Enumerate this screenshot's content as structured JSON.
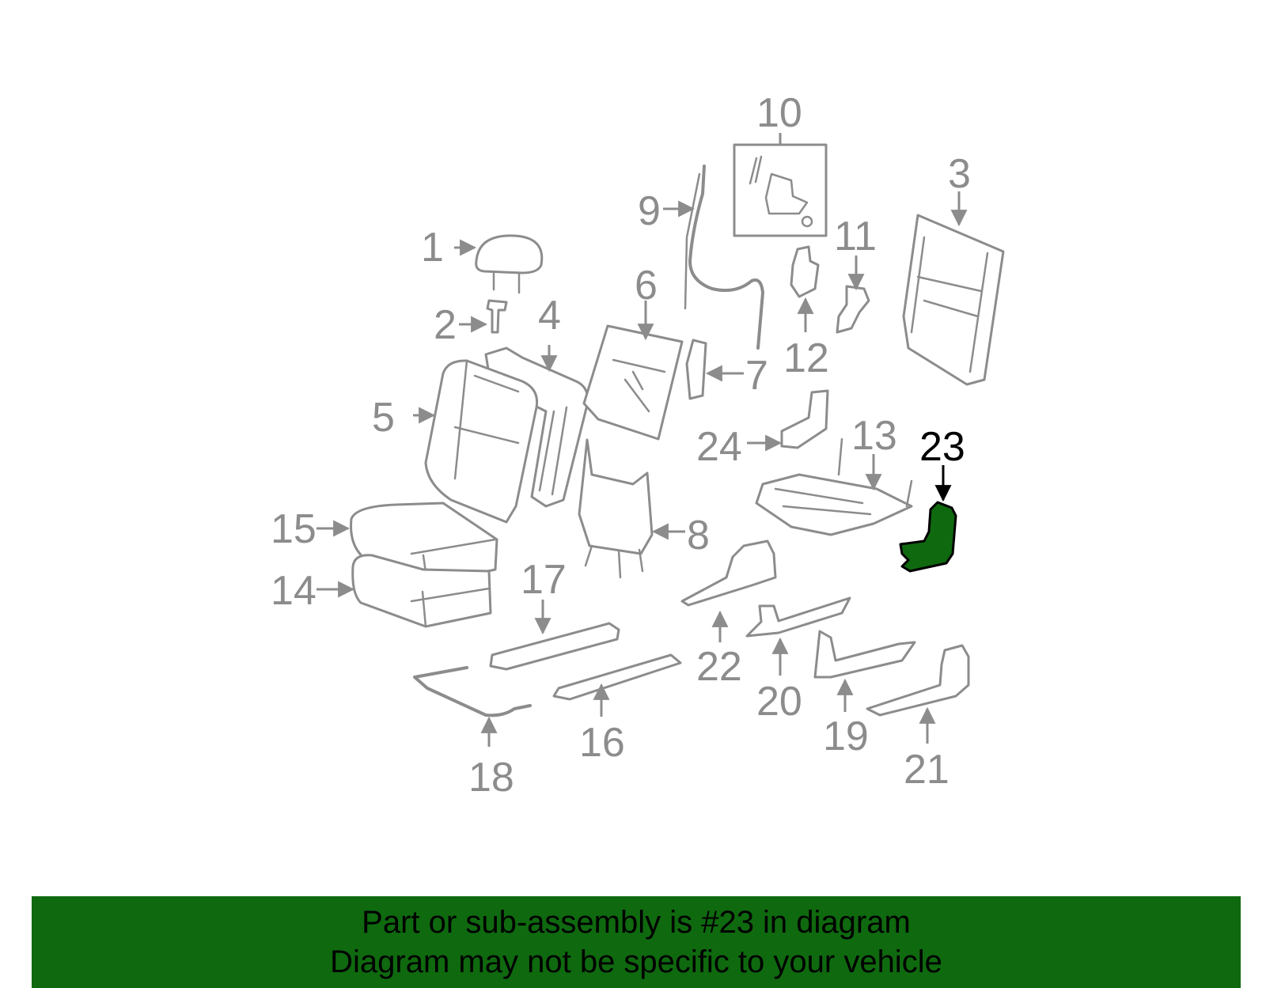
{
  "colors": {
    "line_art": "#8c8c8c",
    "highlight_fill": "#0f690f",
    "highlight_label": "#000000",
    "banner_bg": "#0f690f"
  },
  "callouts": {
    "c1": "1",
    "c2": "2",
    "c3": "3",
    "c4": "4",
    "c5": "5",
    "c6": "6",
    "c7": "7",
    "c8": "8",
    "c9": "9",
    "c10": "10",
    "c11": "11",
    "c12": "12",
    "c13": "13",
    "c14": "14",
    "c15": "15",
    "c16": "16",
    "c17": "17",
    "c18": "18",
    "c19": "19",
    "c20": "20",
    "c21": "21",
    "c22": "22",
    "c23": "23",
    "c24": "24"
  },
  "highlighted_part": "23",
  "banner": {
    "line1": "Part or sub-assembly is #23 in diagram",
    "line2": "Diagram may not be specific to your vehicle"
  }
}
